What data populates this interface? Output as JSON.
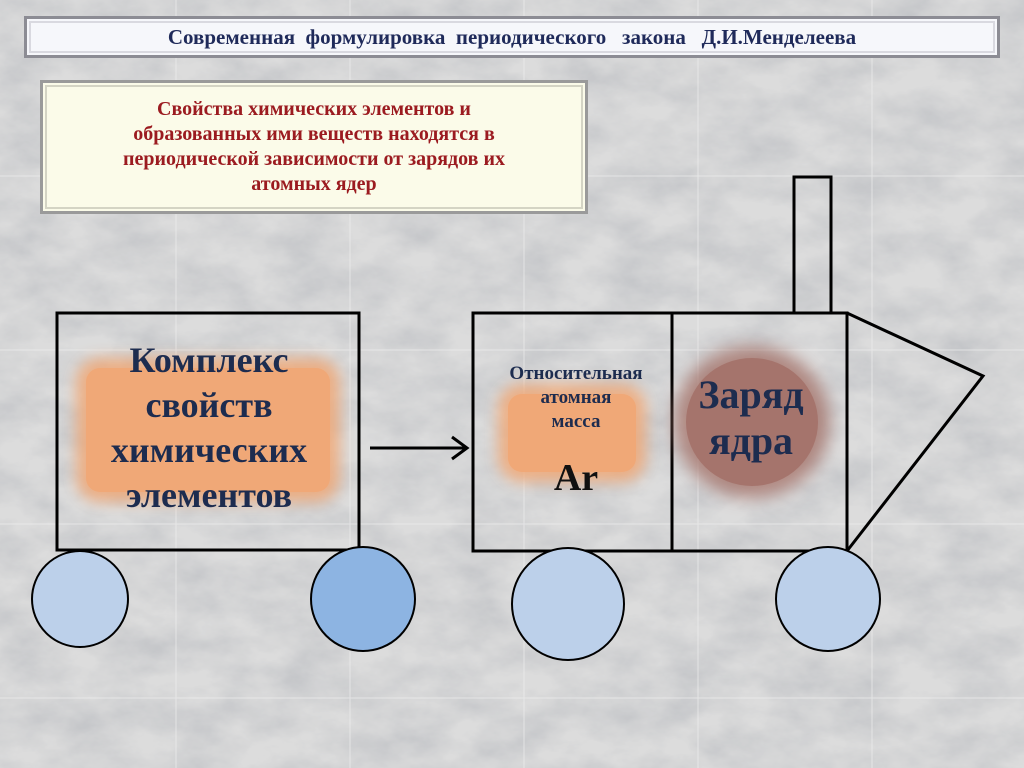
{
  "title": "Современная  формулировка  периодического   закона   Д.И.Менделеева",
  "law_text": "Свойства химических элементов и\nобразованных  ими веществ  находятся в\nпериодической зависимости  от зарядов их\nатомных ядер",
  "left_car": {
    "label": "Комплекс\nсвойств\nхимических\nэлементов"
  },
  "engine": {
    "mass_label": "Относительная\nатомная\nмасса",
    "mass_symbol": "Ar",
    "charge_label": "Заряд\nядра"
  },
  "colors": {
    "title_text": "#1f2a5a",
    "law_text": "#9b1b20",
    "glow_orange": "#f0a877",
    "glow_brown": "#a5746c",
    "wheel_light": "#bcd0ea",
    "wheel_dark": "#8db4e2"
  }
}
